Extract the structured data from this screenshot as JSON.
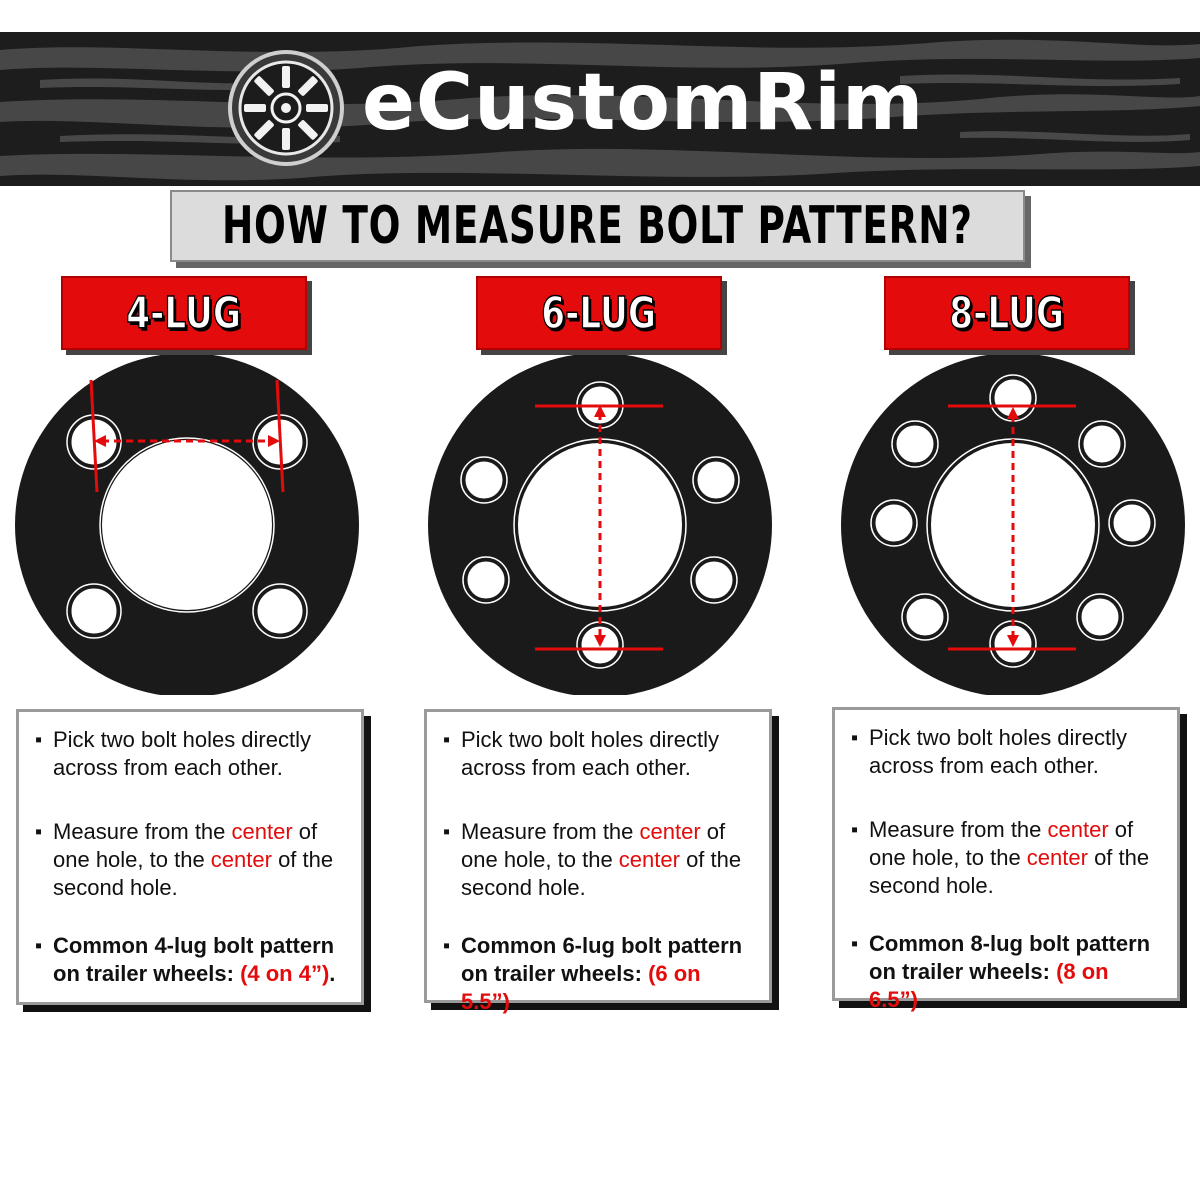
{
  "brand": {
    "name": "eCustomRim"
  },
  "title": "HOW TO MEASURE BOLT PATTERN?",
  "colors": {
    "accent_red": "#e30b0b",
    "disc": "#1a1a1a",
    "panel_gray": "#dcdcdc"
  },
  "icons": {
    "logo": "wheel-rim-icon"
  },
  "columns": [
    {
      "label": "4-LUG",
      "lugs": 4,
      "step1": "Pick two bolt holes directly across from each other.",
      "step2": {
        "a": "Measure from the ",
        "b": "center",
        "c": " of one hole, to the ",
        "d": "center",
        "e": " of the second hole."
      },
      "step3": {
        "a": "Common 4-lug bolt pattern on trailer wheels: ",
        "b": "(4 on 4”)",
        "c": "."
      }
    },
    {
      "label": "6-LUG",
      "lugs": 6,
      "step1": "Pick two bolt holes directly across from each other.",
      "step2": {
        "a": "Measure from the ",
        "b": "center",
        "c": " of one hole, to the ",
        "d": "center",
        "e": " of the second hole."
      },
      "step3": {
        "a": "Common 6-lug bolt pattern on trailer wheels: ",
        "b": "(6 on 5.5”)",
        "c": "."
      }
    },
    {
      "label": "8-LUG",
      "lugs": 8,
      "step1": "Pick two bolt holes directly across from each other.",
      "step2": {
        "a": "Measure from the ",
        "b": "center",
        "c": " of one hole, to the ",
        "d": "center",
        "e": " of the second hole."
      },
      "step3": {
        "a": "Common 8-lug bolt pattern on trailer wheels: ",
        "b": "(8 on 6.5”)",
        "c": "."
      }
    }
  ]
}
